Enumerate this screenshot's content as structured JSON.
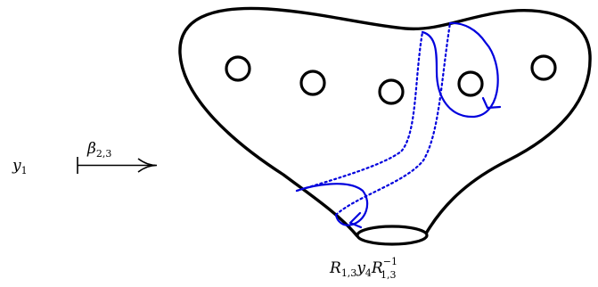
{
  "labels": {
    "source_var": "y",
    "source_sub": "1",
    "arrow_sym": "β",
    "arrow_sub": "2,3",
    "result_R1": "R",
    "result_R1_sub": "1,3",
    "result_y": "y",
    "result_y_sub": "4",
    "result_R2": "R",
    "result_R2_sup": "−1",
    "result_R2_sub": "1,3"
  },
  "colors": {
    "outline": "#000000",
    "curve": "#0000dd"
  }
}
